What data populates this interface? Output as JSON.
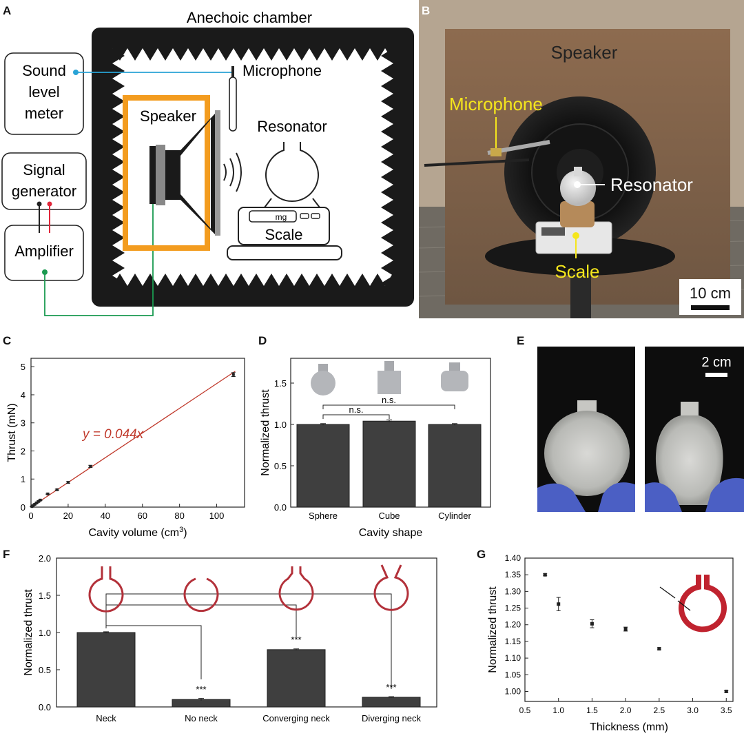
{
  "panel_labels": {
    "a": "A",
    "b": "B",
    "c": "C",
    "d": "D",
    "e": "E",
    "f": "F",
    "g": "G"
  },
  "panelA": {
    "chamber_title": "Anechoic chamber",
    "sound_level_meter": [
      "Sound",
      "level",
      "meter"
    ],
    "signal_generator": [
      "Signal",
      "generator"
    ],
    "amplifier": "Amplifier",
    "speaker": "Speaker",
    "microphone": "Microphone",
    "resonator": "Resonator",
    "scale": "Scale",
    "scale_unit": "mg",
    "colors": {
      "mic_line": "#29a3d6",
      "speaker_line": "#1a9a50",
      "red_wire": "#e0263a",
      "speaker_frame": "#f39c1f"
    }
  },
  "panelB": {
    "speaker": "Speaker",
    "microphone": "Microphone",
    "resonator": "Resonator",
    "scale": "Scale",
    "scalebar": "10 cm",
    "colors": {
      "annotation": "#f5e61c",
      "wall": "#9b7452"
    }
  },
  "panelE": {
    "scalebar": "2 cm"
  },
  "chart_data": [
    {
      "id": "C",
      "type": "scatter",
      "xlabel": "Cavity volume (cm",
      "xlabel_sup": "3",
      "xlabel_end": ")",
      "ylabel": "Thrust (mN)",
      "xlim": [
        0,
        115
      ],
      "ylim": [
        0,
        5.3
      ],
      "xticks": [
        0,
        20,
        40,
        60,
        80,
        100
      ],
      "yticks": [
        0,
        1,
        2,
        3,
        4,
        5
      ],
      "points": [
        {
          "x": 0.5,
          "y": 0.02,
          "err": 0.01
        },
        {
          "x": 1,
          "y": 0.05,
          "err": 0.01
        },
        {
          "x": 2,
          "y": 0.1,
          "err": 0.02
        },
        {
          "x": 3,
          "y": 0.15,
          "err": 0.02
        },
        {
          "x": 4,
          "y": 0.2,
          "err": 0.02
        },
        {
          "x": 5,
          "y": 0.25,
          "err": 0.02
        },
        {
          "x": 9,
          "y": 0.47,
          "err": 0.02
        },
        {
          "x": 14,
          "y": 0.62,
          "err": 0.02
        },
        {
          "x": 20,
          "y": 0.88,
          "err": 0.03
        },
        {
          "x": 32,
          "y": 1.45,
          "err": 0.04
        },
        {
          "x": 109,
          "y": 4.72,
          "err": 0.07
        }
      ],
      "fit": {
        "slope": 0.044,
        "label": "y = 0.044x",
        "color": "#c0392b"
      }
    },
    {
      "id": "D",
      "type": "bar",
      "xlabel": "Cavity shape",
      "ylabel": "Normalized thrust",
      "ylim": [
        0,
        1.8
      ],
      "yticks": [
        "0.0",
        "0.5",
        "1.0",
        "1.5"
      ],
      "categories": [
        "Sphere",
        "Cube",
        "Cylinder"
      ],
      "values": [
        1.0,
        1.04,
        1.0
      ],
      "errors": [
        0.01,
        0.015,
        0.01
      ],
      "significance": [
        "n.s.",
        "n.s."
      ]
    },
    {
      "id": "F",
      "type": "bar",
      "ylabel": "Normalized thrust",
      "ylim": [
        0,
        2.0
      ],
      "yticks": [
        "0.0",
        "0.5",
        "1.0",
        "1.5",
        "2.0"
      ],
      "categories": [
        "Neck",
        "No neck",
        "Converging neck",
        "Diverging neck"
      ],
      "values": [
        1.0,
        0.1,
        0.77,
        0.13
      ],
      "errors": [
        0.01,
        0.015,
        0.01,
        0.008
      ],
      "significance": [
        "***",
        "***",
        "***"
      ]
    },
    {
      "id": "G",
      "type": "scatter",
      "xlabel": "Thickness (mm)",
      "ylabel": "Normalized thrust",
      "xlim": [
        0.5,
        3.6
      ],
      "ylim": [
        0.97,
        1.4
      ],
      "xticks": [
        "0.5",
        "1.0",
        "1.5",
        "2.0",
        "2.5",
        "3.0",
        "3.5"
      ],
      "yticks": [
        "1.00",
        "1.05",
        "1.10",
        "1.15",
        "1.20",
        "1.25",
        "1.30",
        "1.35",
        "1.40"
      ],
      "x": [
        0.8,
        1.0,
        1.5,
        2.0,
        2.5,
        3.5
      ],
      "y": [
        1.35,
        1.262,
        1.203,
        1.187,
        1.128,
        1.0
      ],
      "errors": [
        0.003,
        0.02,
        0.012,
        0.006,
        0.003,
        0.002
      ],
      "inset_color": "#c0232f"
    }
  ]
}
